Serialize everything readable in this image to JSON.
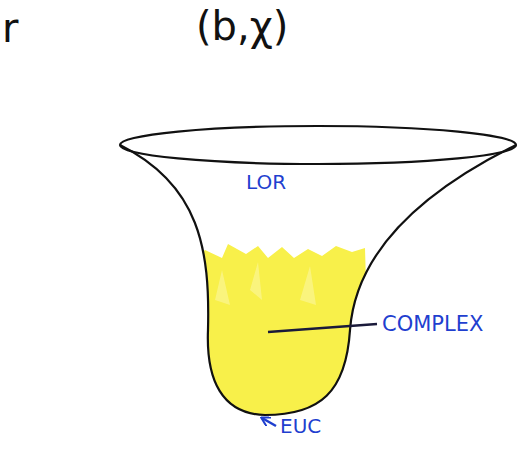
{
  "diagram": {
    "labels": [
      "r",
      "(b,χ)",
      "LOR",
      "COMPLEX",
      "EUC"
    ]
  }
}
